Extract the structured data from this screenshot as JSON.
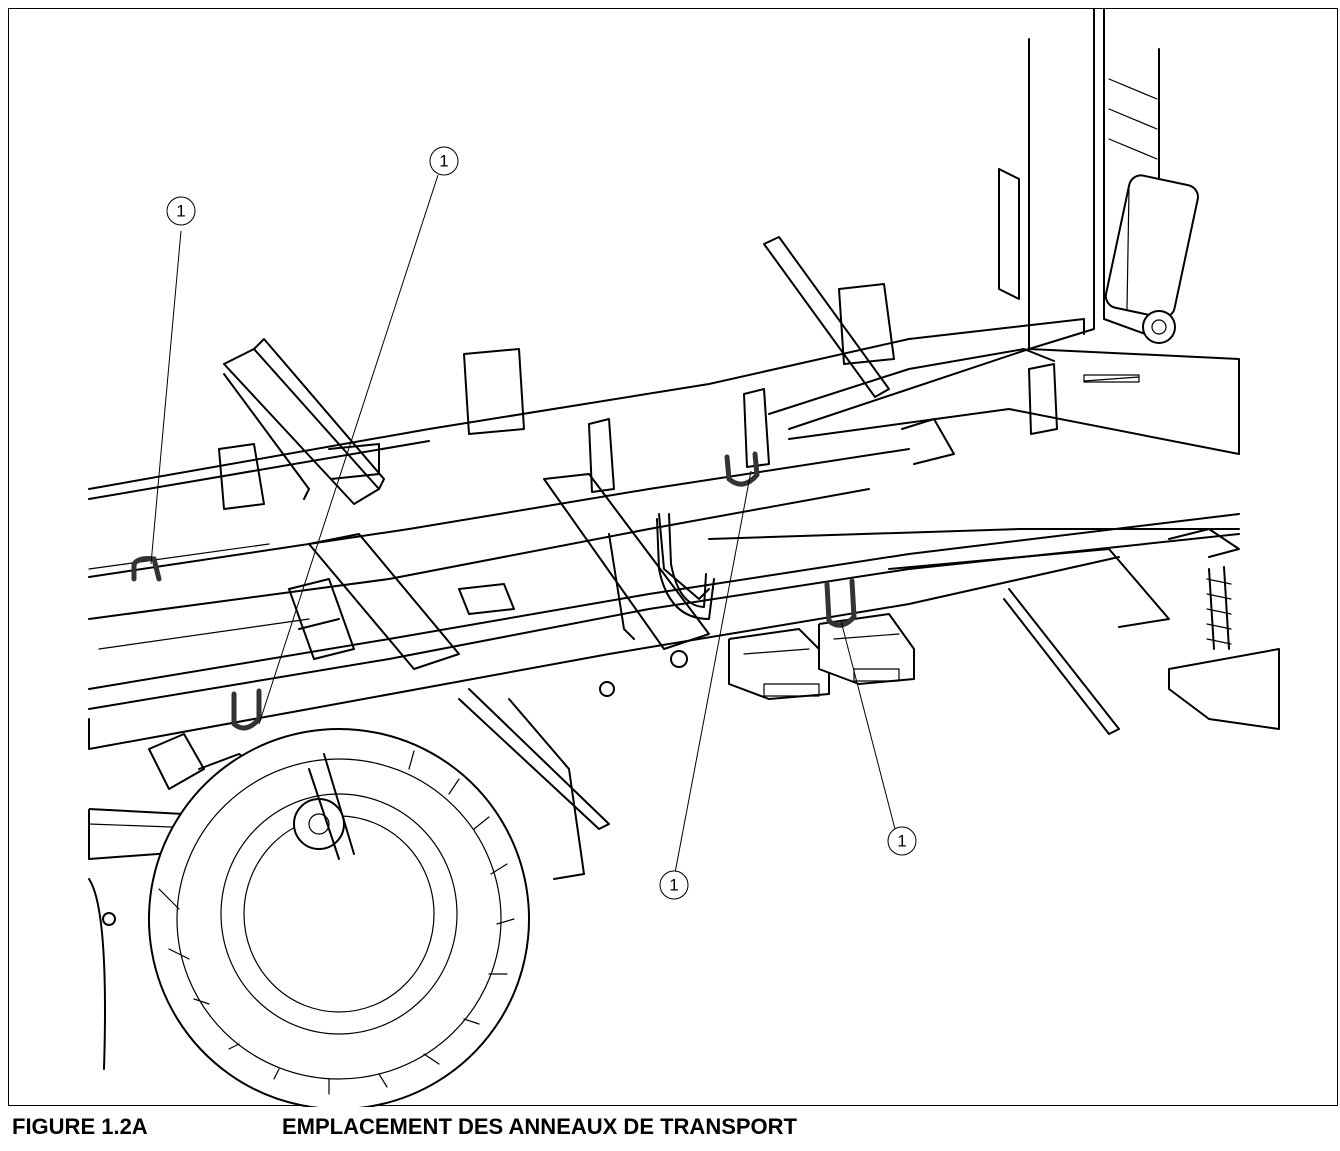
{
  "caption": {
    "number": "FIGURE 1.2A",
    "title": "EMPLACEMENT DES ANNEAUX DE TRANSPORT"
  },
  "callouts": [
    {
      "label": "1",
      "target": "transport-ring-front-left"
    },
    {
      "label": "1",
      "target": "transport-ring-lower-left"
    },
    {
      "label": "1",
      "target": "transport-ring-center"
    },
    {
      "label": "1",
      "target": "transport-ring-right"
    }
  ]
}
